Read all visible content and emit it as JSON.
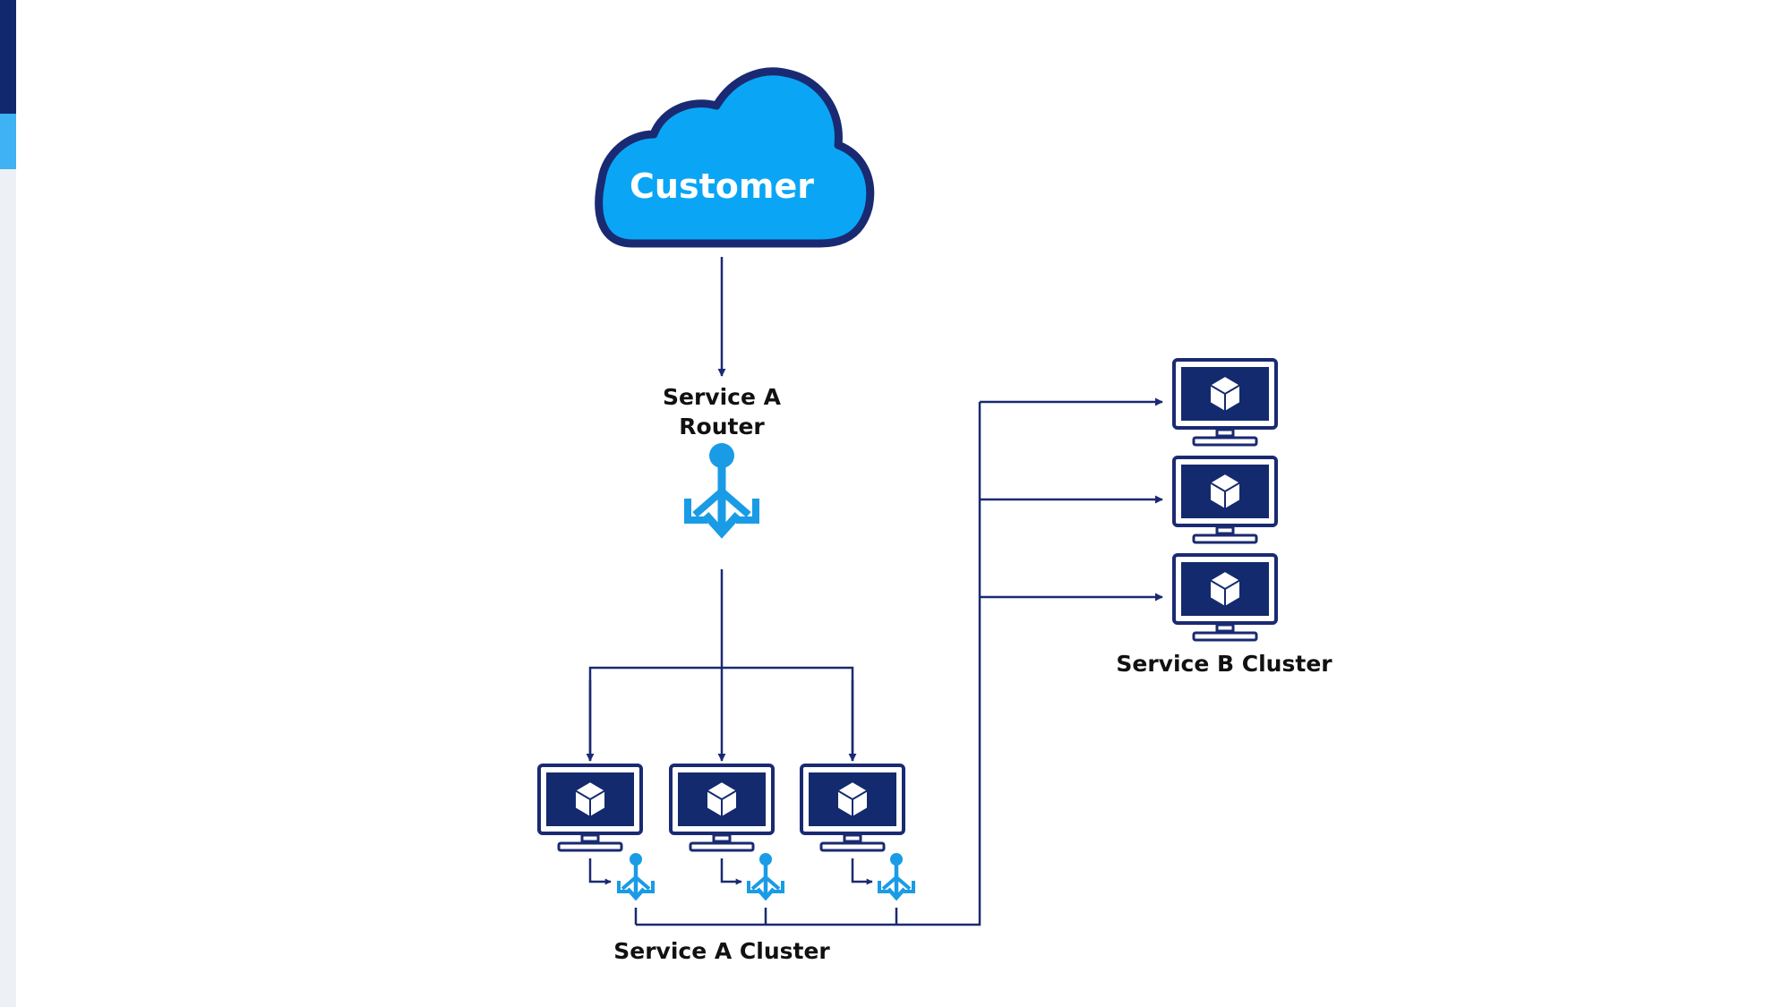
{
  "nodes": {
    "customer": "Customer",
    "router_line1": "Service A",
    "router_line2": "Router",
    "service_a_cluster": "Service A Cluster",
    "service_b_cluster": "Service B Cluster"
  },
  "colors": {
    "navy": "#1a2a72",
    "sky": "#0aa6f5",
    "accent": "#1a9be6",
    "screen": "#142a6e"
  },
  "icons": {
    "cloud": "cloud-icon",
    "router": "router-icon",
    "server": "server-icon",
    "container": "cube-icon"
  }
}
